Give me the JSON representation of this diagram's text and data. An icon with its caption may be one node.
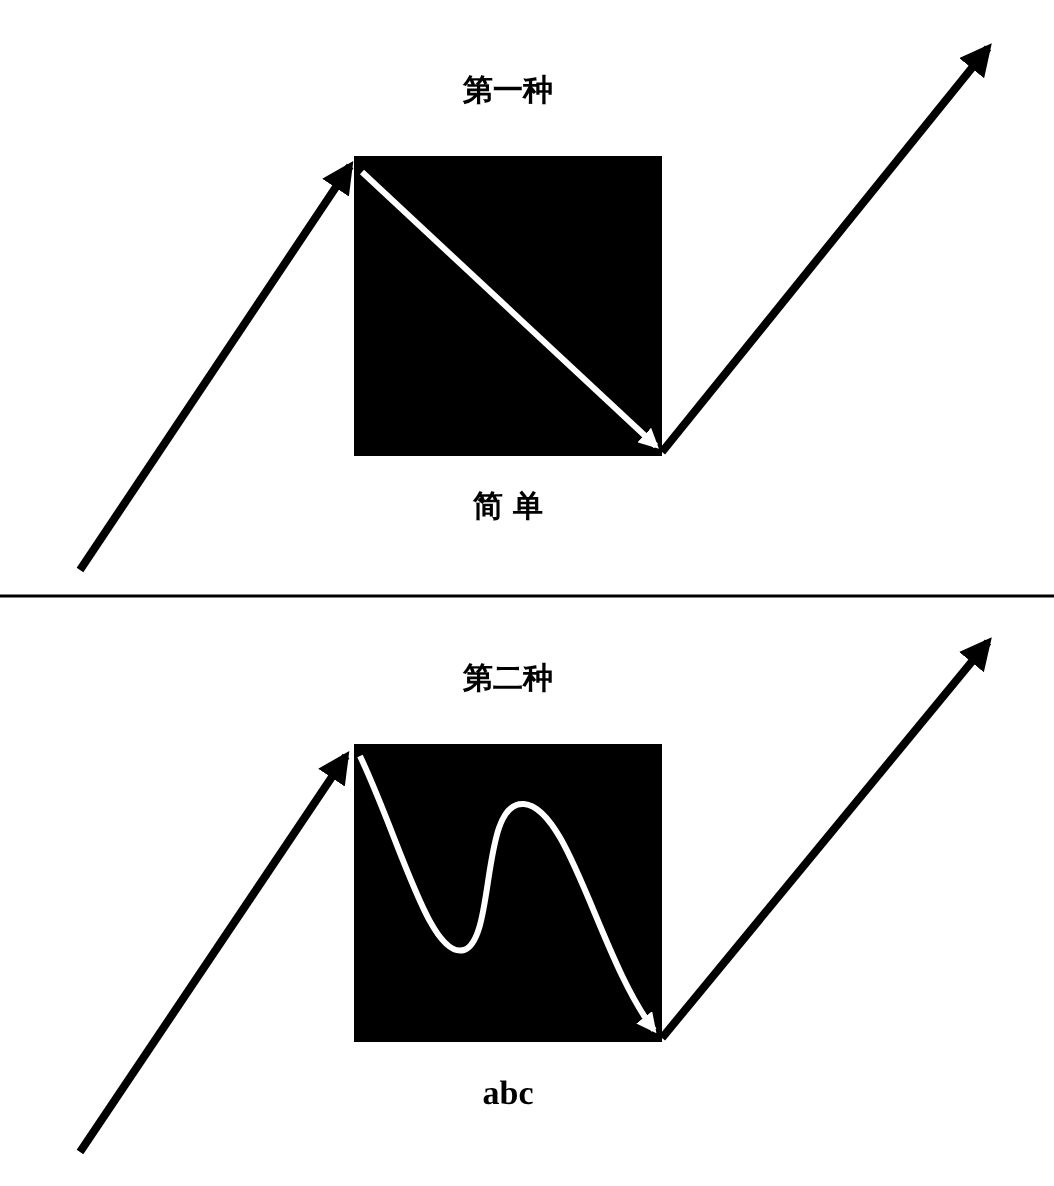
{
  "diagram": {
    "labels": [
      "第一种",
      "简 单",
      "第二种",
      "abc"
    ]
  }
}
